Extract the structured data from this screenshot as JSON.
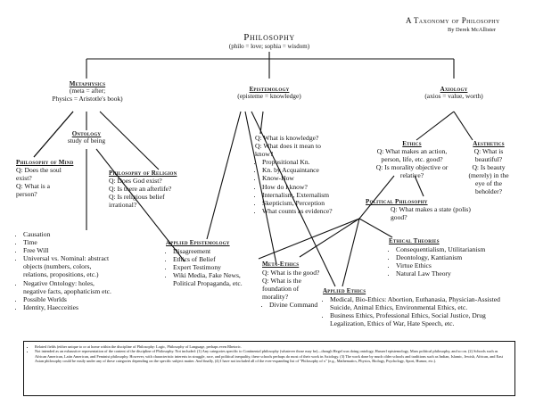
{
  "header": {
    "title": "A Taxonomy of Philosophy",
    "author": "By Derek McAllister"
  },
  "root": {
    "title": "Philosophy",
    "etymology": "(philo = love; sophia = wisdom)"
  },
  "metaphysics": {
    "title": "Metaphysics",
    "note1": "(meta = after;",
    "note2": "Physics = Aristotle's book)"
  },
  "epistemology": {
    "title": "Epistemology",
    "note": "(episteme = knowledge)",
    "questions": [
      "Q: What is knowledge?",
      "Q: What does it mean to",
      "know?"
    ],
    "items": [
      "Propositional Kn.",
      "Kn. by Acquaintance",
      "Know-How",
      "How do I know?",
      "Internalism, Externalism",
      "Skepticism, Perception",
      "What counts as evidence?"
    ]
  },
  "axiology": {
    "title": "Axiology",
    "note": "(axios = value, worth)"
  },
  "ontology": {
    "title": "Ontology",
    "subtitle": "study of being",
    "items": [
      "Causation",
      "Time",
      "Free Will",
      "Universal vs. Nominal: abstract objects (numbers, colors, relations, propositions, etc.)",
      "Negative Ontology: holes, negative facts, apophaticism etc.",
      "Possible Worlds",
      "Identity, Haecceities"
    ]
  },
  "philosophy_of_mind": {
    "title": "Philosophy of Mind",
    "questions": [
      "Q: Does the soul",
      "exist?",
      "Q: What is a",
      "person?"
    ]
  },
  "philosophy_of_religion": {
    "title": "Philosophy of Religion",
    "questions": [
      "Q: Does God exist?",
      "Q: Is there an afterlife?",
      "Q: Is religious belief",
      "irrational?"
    ]
  },
  "applied_epistemology": {
    "title": "Applied Epistemology",
    "items": [
      "Disagreement",
      "Ethics of Belief",
      "Expert Testimony",
      "Wiki Media, Fake News, Political Propaganda, etc."
    ]
  },
  "ethics": {
    "title": "Ethics",
    "questions": [
      "Q: What makes an action,",
      "person, life, etc. good?",
      "Q: Is morality objective or",
      "relative?"
    ]
  },
  "aesthetics": {
    "title": "Aesthetics",
    "questions": [
      "Q: What is",
      "beautiful?",
      "Q: Is beauty",
      "(merely) in the",
      "eye of the",
      "beholder?"
    ]
  },
  "political_philosophy": {
    "title": "Political Philosophy",
    "question": "Q: What makes a state (polis) good?"
  },
  "ethical_theories": {
    "title": "Ethical Theories",
    "items": [
      "Consequentialism, Utilitarianism",
      "Deontology, Kantianism",
      "Virtue Ethics",
      "Natural Law Theory"
    ]
  },
  "meta_ethics": {
    "title": "Meta-Ethics",
    "questions": [
      "Q: What is the good?",
      "Q: What is the",
      "foundation of",
      "morality?"
    ],
    "items": [
      "Divine Command"
    ]
  },
  "applied_ethics": {
    "title": "Applied Ethics",
    "items": [
      "Medical, Bio-Ethics: Abortion, Euthanasia, Physician-Assisted Suicide, Animal Ethics, Environmental Ethics, etc.",
      "Business Ethics, Professional Ethics, Social Justice, Drug Legalization, Ethics of War, Hate Speech, etc."
    ]
  },
  "footnotes": {
    "items": [
      "Related fields (either unique to or at home within the discipline of Philosophy: Logic, Philosophy of Language, perhaps even Rhetoric.",
      "Not intended as an exhaustive representation of the content of the discipline of Philosophy. Not included: (1) Any categories specific to Continental philosophy (whatever those may be)—though Hegel was doing ontology, Husserl epistemology, Marx political philosophy, and so on. (2) Schools such as African American, Latin American, and Feminist philosophy. However, with characteristic interests in struggle, race, and political inequality, these schools perhaps do most of their work in Axiology. (3) The work done by much older schools and traditions such as Indian, Islamic, Jewish, African, and East Asian philosophy could be easily under any of these categories depending on the specific subject matter. And finally, (4) I have not included all of the ever-expanding list of \"Philosophy of x\" (e.g., Mathematics, Physics, Biology, Psychology, Sport, Humor, etc.)."
    ]
  }
}
